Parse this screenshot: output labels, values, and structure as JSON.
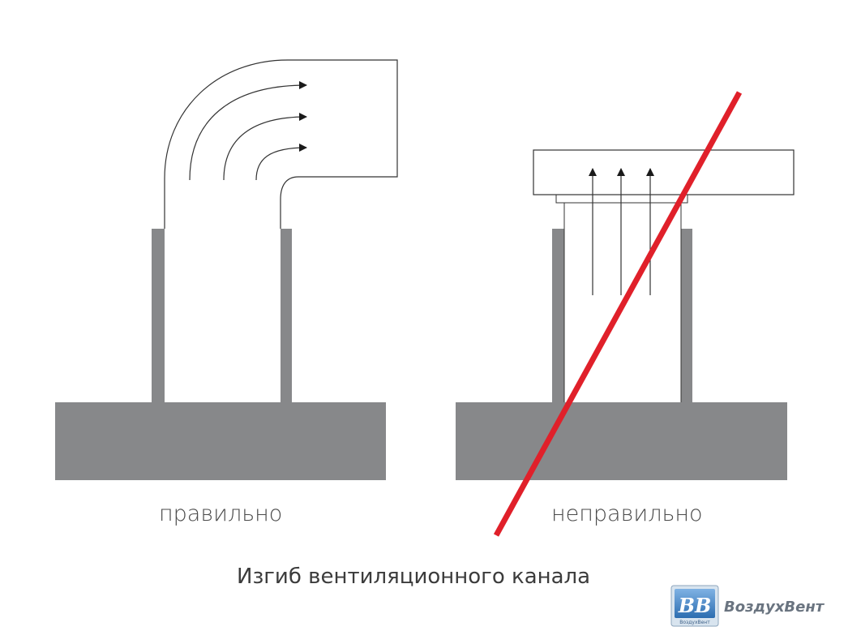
{
  "labels": {
    "correct": "правильно",
    "incorrect": "неправильно",
    "title": "Изгиб вентиляционного канала"
  },
  "logo": {
    "name": "ВоздухВент",
    "emblem_text": "ВВ",
    "emblem_subtext": "ВоздухВент"
  },
  "colors": {
    "wall": "#87888a",
    "outline": "#333333",
    "strike": "#e0202a",
    "text": "#4a4a4a",
    "logo_blue": "#3d7fc0"
  }
}
